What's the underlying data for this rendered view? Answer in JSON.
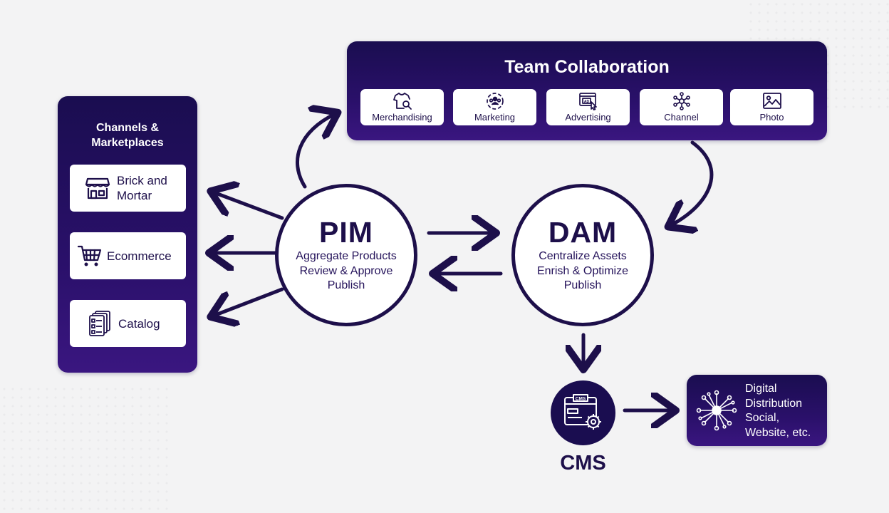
{
  "channels": {
    "title_line1": "Channels &",
    "title_line2": "Marketplaces",
    "items": [
      {
        "label_line1": "Brick and",
        "label_line2": "Mortar",
        "icon": "storefront-icon"
      },
      {
        "label": "Ecommerce",
        "icon": "shopping-cart-icon"
      },
      {
        "label": "Catalog",
        "icon": "catalog-icon"
      }
    ]
  },
  "team": {
    "title": "Team Collaboration",
    "items": [
      {
        "label": "Merchandising",
        "icon": "tshirt-search-icon"
      },
      {
        "label": "Marketing",
        "icon": "team-people-icon"
      },
      {
        "label": "Advertising",
        "icon": "ad-cursor-icon"
      },
      {
        "label": "Channel",
        "icon": "network-hub-icon"
      },
      {
        "label": "Photo",
        "icon": "image-icon"
      }
    ]
  },
  "pim": {
    "title": "PIM",
    "lines": [
      "Aggregate Products",
      "Review & Approve",
      "Publish"
    ]
  },
  "dam": {
    "title": "DAM",
    "lines": [
      "Centralize Assets",
      "Enrish & Optimize",
      "Publish"
    ]
  },
  "cms": {
    "badge": "CMS",
    "label": "CMS"
  },
  "digital": {
    "lines": [
      "Digital",
      "Distribution",
      "Social,",
      "Website, etc."
    ]
  },
  "colors": {
    "navy": "#1d0f4a",
    "panel_top": "#1a0d50",
    "panel_bottom": "#3a1680",
    "background": "#f3f3f4"
  }
}
